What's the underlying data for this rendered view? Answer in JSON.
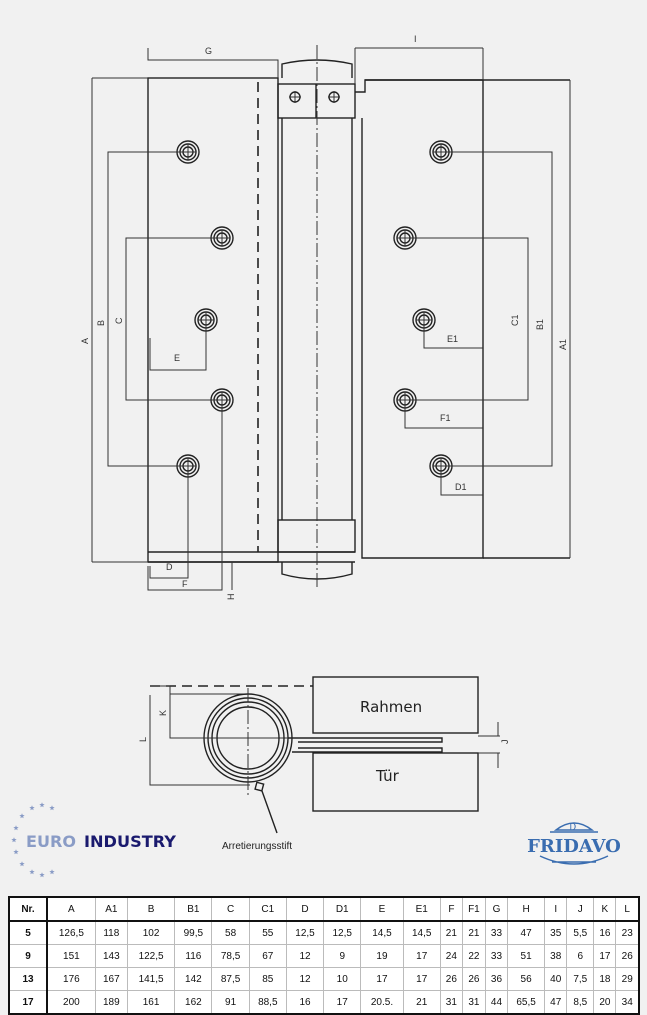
{
  "drawing": {
    "labels": {
      "G": "G",
      "I": "I",
      "A": "A",
      "B": "B",
      "C": "C",
      "E": "E",
      "D": "D",
      "F": "F",
      "H": "H",
      "C1": "C1",
      "B1": "B1",
      "A1": "A1",
      "E1": "E1",
      "F1": "F1",
      "D1": "D1",
      "K": "K",
      "L": "L",
      "J": "J"
    },
    "frame_label": "Rahmen",
    "door_label": "Tür",
    "pin_label": "Arretierungsstift"
  },
  "logos": {
    "euro_industry": {
      "part1": "EURO",
      "part2": "INDUSTRY",
      "color1": "#8a9cc6",
      "color2": "#1a1a6e"
    },
    "fridavo": {
      "text": "FRIDAVO",
      "emblem": "D",
      "color": "#3a6db0"
    }
  },
  "table": {
    "headers": [
      "Nr.",
      "A",
      "A1",
      "B",
      "B1",
      "C",
      "C1",
      "D",
      "D1",
      "E",
      "E1",
      "F",
      "F1",
      "G",
      "H",
      "I",
      "J",
      "K",
      "L"
    ],
    "rows": [
      [
        "5",
        "126,5",
        "118",
        "102",
        "99,5",
        "58",
        "55",
        "12,5",
        "12,5",
        "14,5",
        "14,5",
        "21",
        "21",
        "33",
        "47",
        "35",
        "5,5",
        "16",
        "23"
      ],
      [
        "9",
        "151",
        "143",
        "122,5",
        "116",
        "78,5",
        "67",
        "12",
        "9",
        "19",
        "17",
        "24",
        "22",
        "33",
        "51",
        "38",
        "6",
        "17",
        "26"
      ],
      [
        "13",
        "176",
        "167",
        "141,5",
        "142",
        "87,5",
        "85",
        "12",
        "10",
        "17",
        "17",
        "26",
        "26",
        "36",
        "56",
        "40",
        "7,5",
        "18",
        "29"
      ],
      [
        "17",
        "200",
        "189",
        "161",
        "162",
        "91",
        "88,5",
        "16",
        "17",
        "20.5.",
        "21",
        "31",
        "31",
        "44",
        "65,5",
        "47",
        "8,5",
        "20",
        "34"
      ]
    ]
  }
}
